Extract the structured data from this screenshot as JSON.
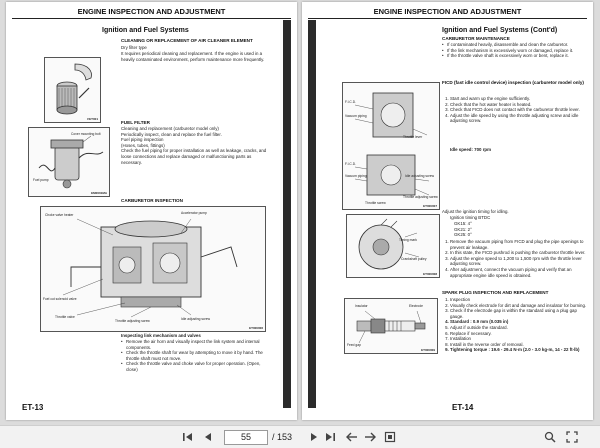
{
  "left_page": {
    "header": "ENGINE INSPECTION AND ADJUSTMENT",
    "section_title": "Ignition and Fuel Systems",
    "air_cleaner": {
      "heading": "CLEANING OR REPLACEMENT OF AIR CLEANER ELEMENT",
      "type": "Dry filter type",
      "body": "It requires periodical cleaning and replacement. If the engine is used in a heavily contaminated environment, perform maintenance more frequently.",
      "fig_code": "FET001"
    },
    "fuel_filter": {
      "heading": "FUEL FILTER",
      "lines": [
        "Cleaning and replacement (carburetor model only)",
        "Periodically inspect, clean and replace the fuel filter.",
        "Fuel piping inspection",
        "(Hoses, tubes, fittings)"
      ],
      "body": "Check the fuel piping for proper installation as well as leakage, cracks, and loose connections and replace damaged or malfunctioning parts as necessary.",
      "labels": [
        "Cover mounting bolt",
        "Fuel pump"
      ],
      "fig_code": "EM0001MA"
    },
    "carburetor": {
      "heading": "CARBURETOR INSPECTION",
      "labels": [
        "Choke valve heater",
        "Accelerator pump",
        "Fuel cut solenoid valve",
        "Throttle valve",
        "Throttle adjusting screw",
        "Idle adjusting screw"
      ],
      "fig_code": "ET000006"
    },
    "linkage": {
      "title": "Inspecting link mechanism and valves",
      "bullets": [
        "Remove the air horn and visually inspect the link system and internal components.",
        "Check the throttle shaft for wear by attempting to move it by hand. The throttle shaft must not move.",
        "Check the throttle valve and choke valve for proper operation. (Open, close)"
      ]
    },
    "footer": "ET-13"
  },
  "right_page": {
    "header": "ENGINE INSPECTION AND ADJUSTMENT",
    "section_title": "Ignition and Fuel Systems (Cont'd)",
    "maint": {
      "heading": "CARBURETOR MAINTENANCE",
      "bullets": [
        "If contaminated heavily, disassemble and clean the carburetor.",
        "If the link mechanism is excessively worn or damaged, replace it.",
        "If the throttle valve shaft is excessively worn or bent, replace it."
      ]
    },
    "ficd": {
      "heading": "FICD (fast idle control device) inspection (carburetor model only)",
      "steps": [
        "Start and warm up the engine sufficiently.",
        "Check that the hot water heater is heated.",
        "Check that FICD does not contact with the carburetor throttle lever.",
        "Adjust the idle speed by using the throttle adjusting screw and idle adjusting screw."
      ],
      "idle": "Idle speed: 700 rpm",
      "fig_labels": [
        "F.I.C.D.",
        "Vacuum piping",
        "Throttle lever",
        "F.I.C.D.",
        "Vacuum piping",
        "Idle adjusting screw",
        "Throttle adjusting screw",
        "Throttle screw"
      ],
      "fig_code": "ET000007"
    },
    "timing": {
      "intro": "Adjust the ignition timing for idling.",
      "label": "Ignition timing BTDC",
      "values": [
        "GK15: 4°",
        "GK21: 2°",
        "GK25: 0°"
      ],
      "steps": [
        "Remove the vacuum piping from FICD and plug the pipe openings to prevent air leakage.",
        "In this state, the FICD pushrod is pushing the carburetor throttle lever.",
        "Adjust the engine speed to 1,200 to 1,500 rpm with the throttle lever adjusting screw.",
        "After adjustment, connect the vacuum piping and verify that an appropriate engine idle speed is obtained."
      ],
      "fig_labels": [
        "Timing mark",
        "Crankshaft pulley"
      ],
      "fig_code": "ET000008"
    },
    "spark": {
      "heading": "SPARK PLUG INSPECTION AND REPLACEMENT",
      "fig_labels": [
        "Insulator",
        "Electrode",
        "Feed gap"
      ],
      "fig_code": "ET000009",
      "steps": [
        "Inspection",
        "Visually check electrode for dirt and damage and insulator for burning.",
        "Check if the electrode gap is within the standard using a plug gap gauge.",
        "Standard : 0.9 mm (0.035 in)",
        "Adjust if outside the standard.",
        "Replace if necessary.",
        "Installation",
        "Install in the reverse order of removal.",
        "Tightening torque : 19.6 - 29.4 N·m (2.0 - 3.0 kg-m, 14 - 22 ft-lb)"
      ]
    },
    "footer": "ET-14"
  },
  "toolbar": {
    "current_page": "55",
    "total_pages": "/ 153",
    "icons": [
      "first-page-icon",
      "previous-page-icon",
      "next-page-icon",
      "last-page-icon",
      "back-icon",
      "forward-icon",
      "fit-page-icon",
      "zoom-icon",
      "fullscreen-icon"
    ]
  }
}
